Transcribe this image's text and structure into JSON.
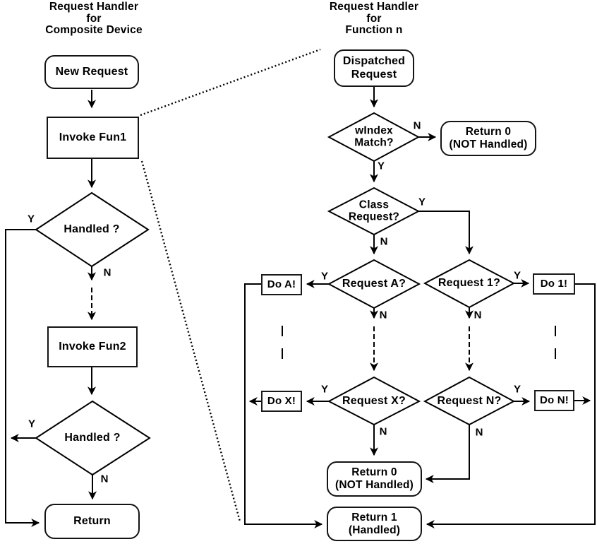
{
  "labels": {
    "yes": "Y",
    "no": "N"
  },
  "left": {
    "title": "Request Handler\nfor\nComposite Device",
    "new_request": "New Request",
    "invoke_fun1": "Invoke Fun1",
    "handled1": "Handled ?",
    "invoke_fun2": "Invoke Fun2",
    "handled2": "Handled ?",
    "return_node": "Return"
  },
  "right": {
    "title": "Request Handler\nfor\nFunction n",
    "dispatched_request": "Dispatched\nRequest",
    "windex_match": "wIndex\nMatch?",
    "return0_top": "Return 0\n(NOT Handled)",
    "class_request": "Class\nRequest?",
    "request_a": "Request A?",
    "do_a": "Do A!",
    "request_1": "Request 1?",
    "do_1": "Do 1!",
    "request_x": "Request X?",
    "do_x": "Do X!",
    "request_n": "Request N?",
    "do_n": "Do N!",
    "return0_bottom": "Return 0\n(NOT Handled)",
    "return1": "Return 1\n(Handled)"
  },
  "colors": {
    "stroke": "#000000",
    "background": "#ffffff"
  }
}
